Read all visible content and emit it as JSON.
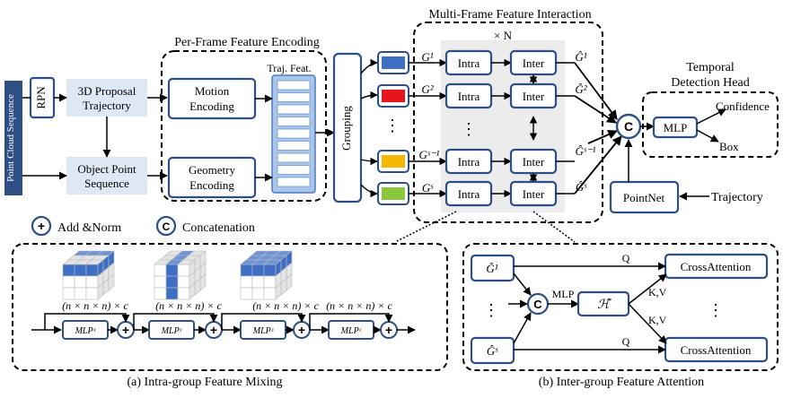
{
  "left": {
    "input_label": "Point Cloud Sequence",
    "rpn": "RPN",
    "proposal_line1": "3D Proposal",
    "proposal_line2": "Trajectory",
    "object_line1": "Object Point",
    "object_line2": "Sequence"
  },
  "encoding": {
    "title": "Per-Frame Feature Encoding",
    "motion_line1": "Motion",
    "motion_line2": "Encoding",
    "geometry_line1": "Geometry",
    "geometry_line2": "Encoding",
    "traj_feat": "Traj. Feat."
  },
  "grouping": "Grouping",
  "interaction": {
    "title": "Multi-Frame Feature Interaction",
    "repeat": "× N",
    "intra": "Intra",
    "inter": "Inter",
    "groups_in": [
      "G¹",
      "G²",
      "Gˢ⁻¹",
      "Gˢ"
    ],
    "groups_out": [
      "Ĝ¹",
      "Ĝ²",
      "Ĝˢ⁻¹",
      "Ĝˢ"
    ],
    "group_colors": [
      "#3f6fc4",
      "#e8141b",
      "#f5b800",
      "#8cc63f"
    ]
  },
  "head": {
    "title_line1": "Temporal",
    "title_line2": "Detection Head",
    "mlp": "MLP",
    "confidence": "Confidence",
    "box": "Box",
    "pointnet": "PointNet",
    "trajectory": "Trajectory",
    "concat_symbol": "C"
  },
  "legend": {
    "add_symbol": "+",
    "add_label": "Add &Norm",
    "concat_symbol": "C",
    "concat_label": "Concatenation"
  },
  "intra_panel": {
    "caption": "(a) Intra-group Feature Mixing",
    "shape_label": "(n × n × n) × c",
    "mlps": [
      "MLPˣ",
      "MLPʸ",
      "MLPᶻ",
      "MLPᶜ"
    ]
  },
  "inter_panel": {
    "caption": "(b) Inter-group Feature Attention",
    "g_top": "Ĝ¹",
    "g_bottom": "Ĝˢ",
    "h": "ℋ̂",
    "mlp": "MLP",
    "cross_attention": "CrossAttention",
    "q": "Q",
    "kv": "K,V"
  }
}
